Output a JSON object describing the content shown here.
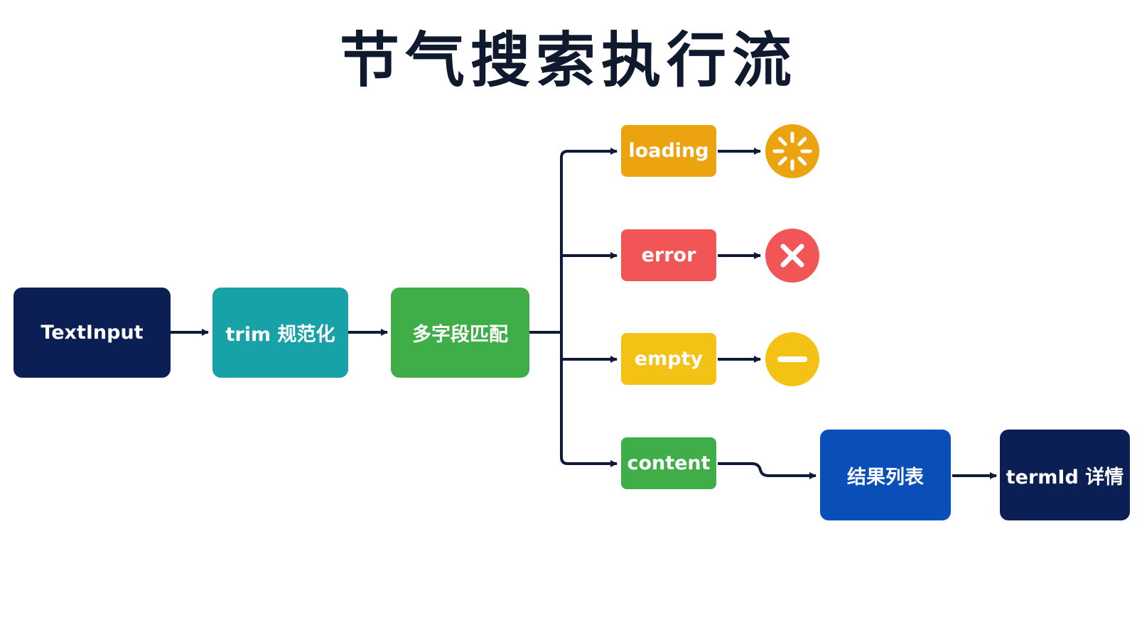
{
  "title": "节气搜索执行流",
  "colors": {
    "navy": "#0c1f55",
    "teal": "#17a2a7",
    "green": "#3fae49",
    "orange": "#eba40f",
    "red": "#f25555",
    "yellow": "#f3c214",
    "blue": "#0a4fb7",
    "arrow": "#0f1a3a"
  },
  "nodes": {
    "text_input": "TextInput",
    "trim": "trim 规范化",
    "match": "多字段匹配",
    "loading": "loading",
    "error": "error",
    "empty": "empty",
    "content": "content",
    "result_list": "结果列表",
    "term_detail": "termId 详情"
  },
  "icons": {
    "loading": "spinner-icon",
    "error": "close-icon",
    "empty": "minus-icon"
  }
}
